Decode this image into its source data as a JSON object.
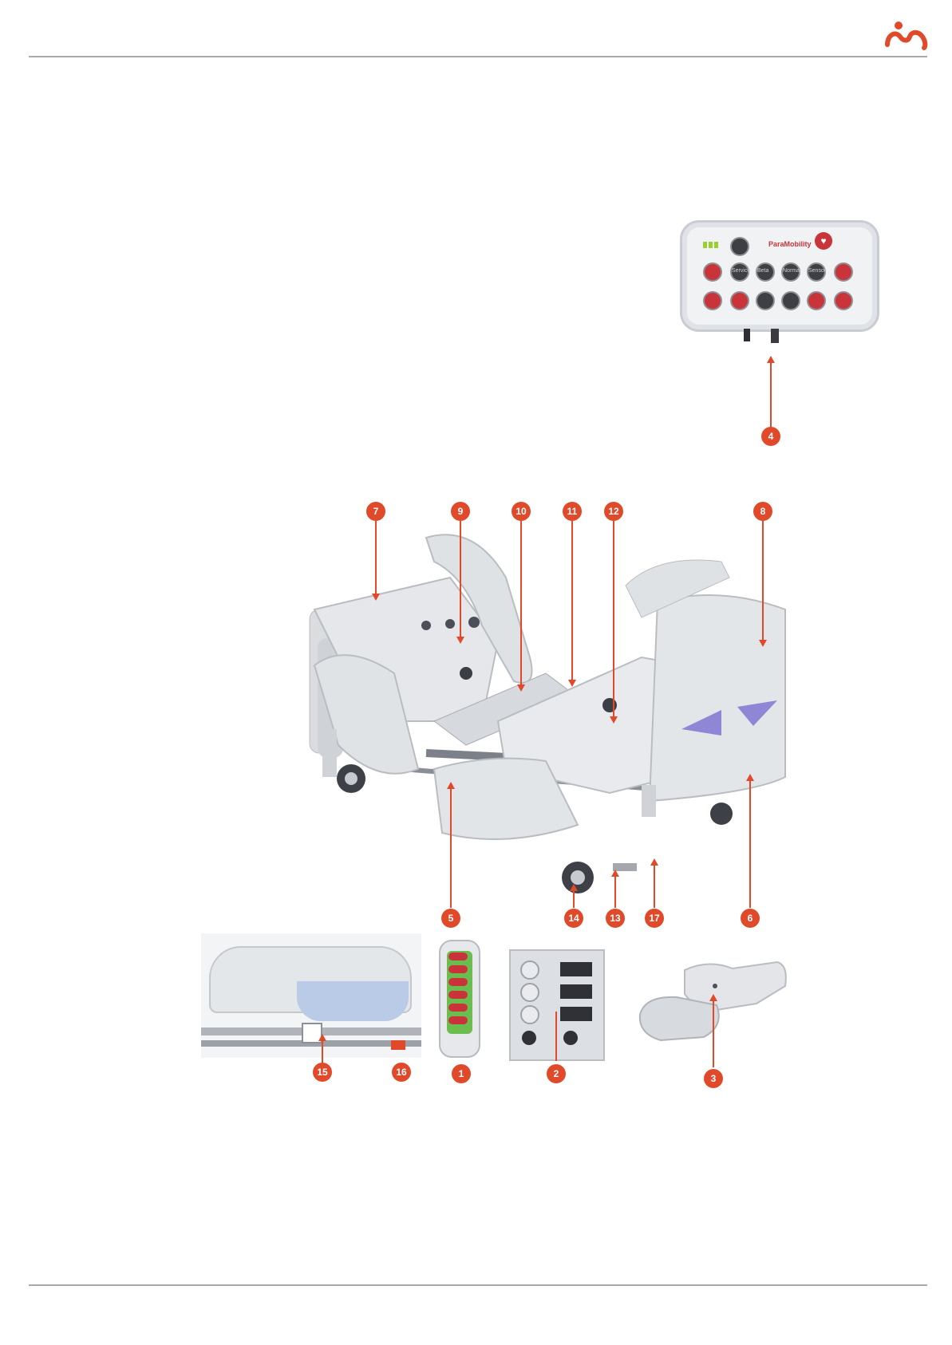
{
  "header": {
    "logo": "logo-mark"
  },
  "control_panel": {
    "brand": "ParaMobility",
    "button_labels": [
      "Service",
      "Beta",
      "Normal",
      "Sensor"
    ]
  },
  "callouts": {
    "c1": "1",
    "c2": "2",
    "c3": "3",
    "c4": "4",
    "c5": "5",
    "c6": "6",
    "c7": "7",
    "c8": "8",
    "c9": "9",
    "c10": "10",
    "c11": "11",
    "c12": "12",
    "c13": "13",
    "c14": "14",
    "c15": "15",
    "c16": "16",
    "c17": "17"
  },
  "colors": {
    "accent": "#e04a2a",
    "rule": "#a9a9a9"
  }
}
